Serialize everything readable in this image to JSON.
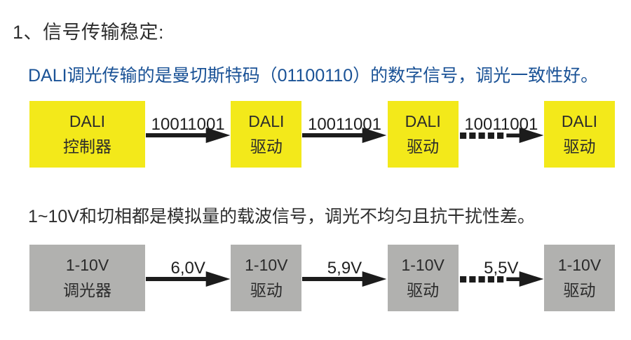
{
  "title": "1、信号传输稳定:",
  "colors": {
    "title_text": "#2d2d2d",
    "dali_text": "#1a5296",
    "analog_text": "#2d2d2d",
    "dali_box": "#f3e91a",
    "analog_box": "#b1b1af",
    "arrow": "#1c1c1c"
  },
  "sections": [
    {
      "name": "dali-digital",
      "description": "DALI调光传输的是曼切斯特码（01100110）的数字信号，调光一致性好。",
      "nodes": [
        {
          "line1": "DALI",
          "line2": "控制器"
        },
        {
          "line1": "DALI",
          "line2": "驱动"
        },
        {
          "line1": "DALI",
          "line2": "驱动"
        },
        {
          "line1": "DALI",
          "line2": "驱动"
        }
      ],
      "arrows": [
        {
          "label": "10011001",
          "style": "solid"
        },
        {
          "label": "10011001",
          "style": "solid"
        },
        {
          "label": "10011001",
          "style": "dashed"
        }
      ]
    },
    {
      "name": "analog-1-10v",
      "description": "1~10V和切相都是模拟量的载波信号，调光不均匀且抗干扰性差。",
      "nodes": [
        {
          "line1": "1-10V",
          "line2": "调光器"
        },
        {
          "line1": "1-10V",
          "line2": "驱动"
        },
        {
          "line1": "1-10V",
          "line2": "驱动"
        },
        {
          "line1": "1-10V",
          "line2": "驱动"
        }
      ],
      "arrows": [
        {
          "label": "6,0V",
          "style": "solid"
        },
        {
          "label": "5,9V",
          "style": "solid"
        },
        {
          "label": "5,5V",
          "style": "dashed"
        }
      ]
    }
  ]
}
